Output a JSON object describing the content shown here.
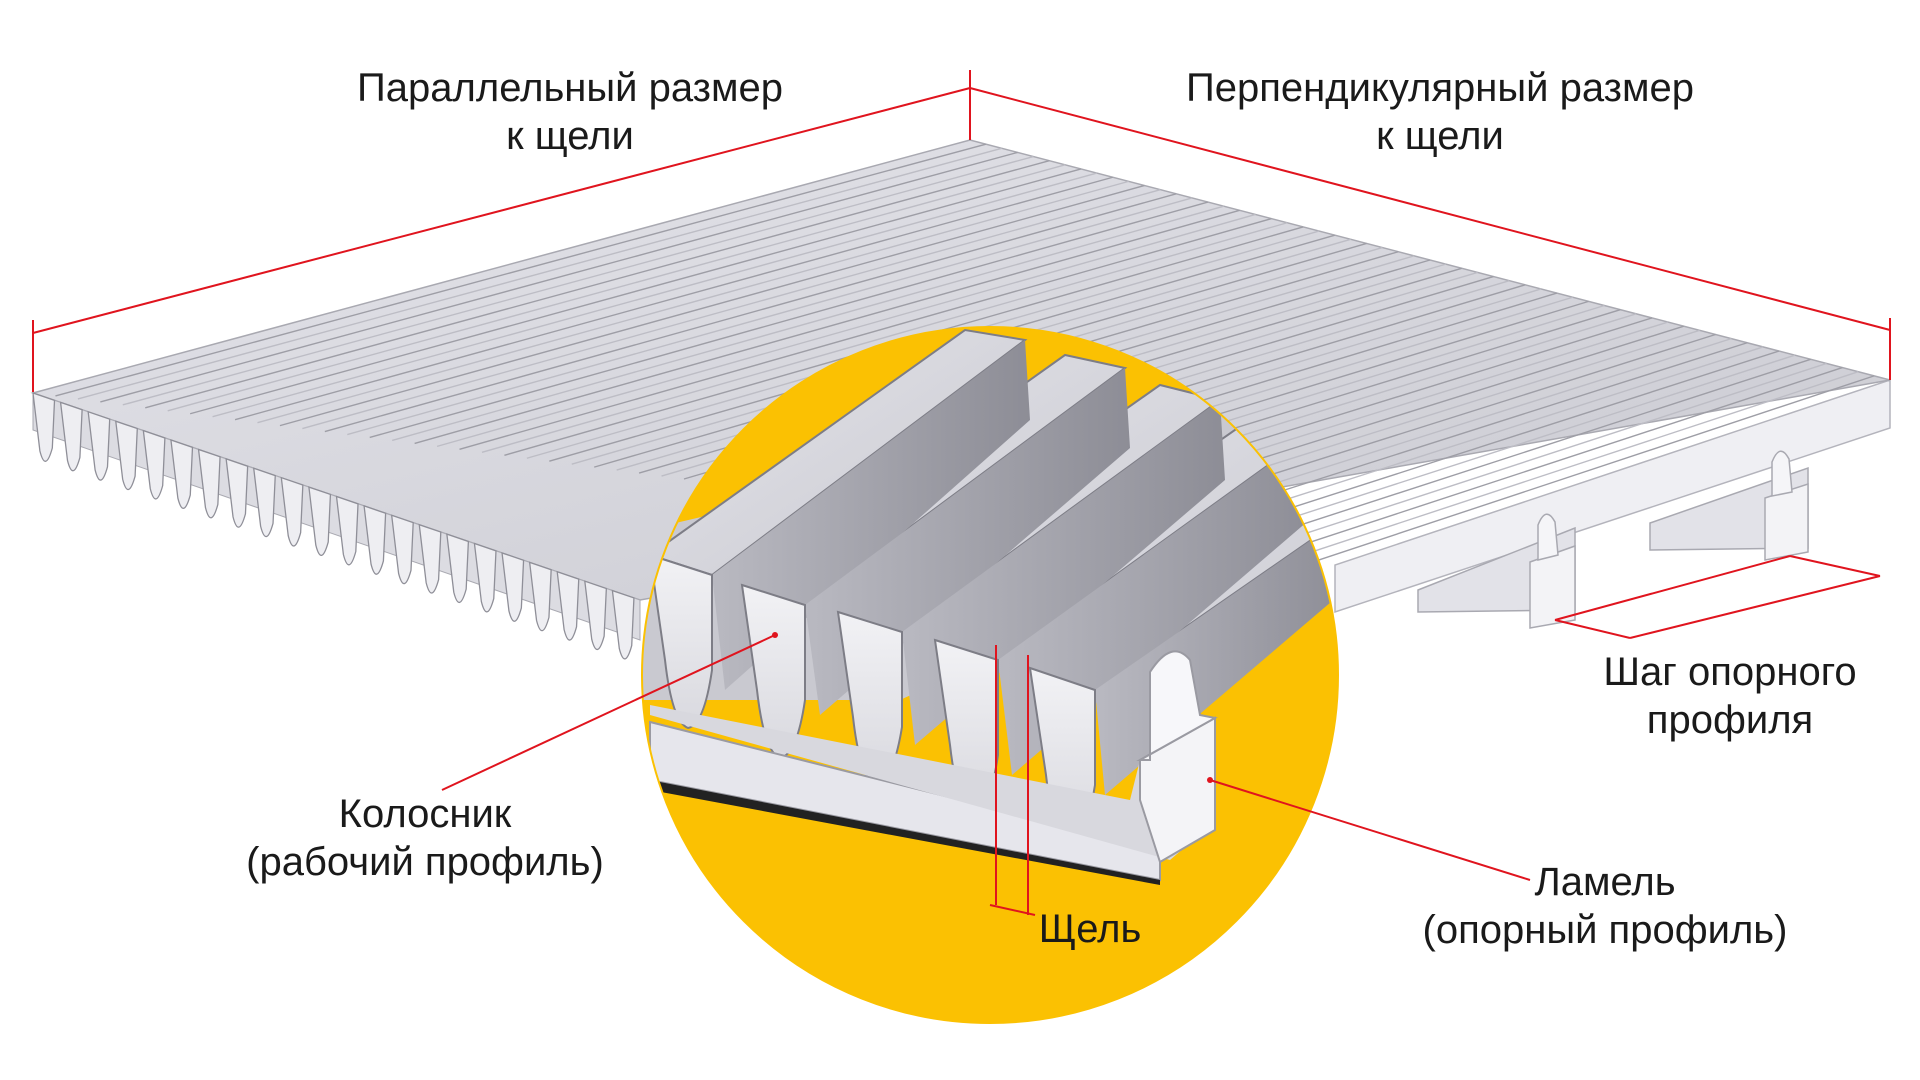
{
  "labels": {
    "parallel": {
      "line1": "Параллельный размер",
      "line2": "к щели"
    },
    "perpendicular": {
      "line1": "Перпендикулярный размер",
      "line2": "к щели"
    },
    "support_pitch": {
      "line1": "Шаг опорного",
      "line2": "профиля"
    },
    "bar": {
      "line1": "Колосник",
      "line2": "(рабочий профиль)"
    },
    "slot": {
      "line1": "Щель"
    },
    "support_bar": {
      "line1": "Ламель",
      "line2": "(опорный профиль)"
    }
  },
  "colors": {
    "dimension_line": "#e0141e",
    "zoom_circle": "#fbc102",
    "bar_top": "#d6d6dd",
    "bar_shadow": "#9a9aa2",
    "support": "#eeeef2",
    "text": "#1a1a1a"
  }
}
